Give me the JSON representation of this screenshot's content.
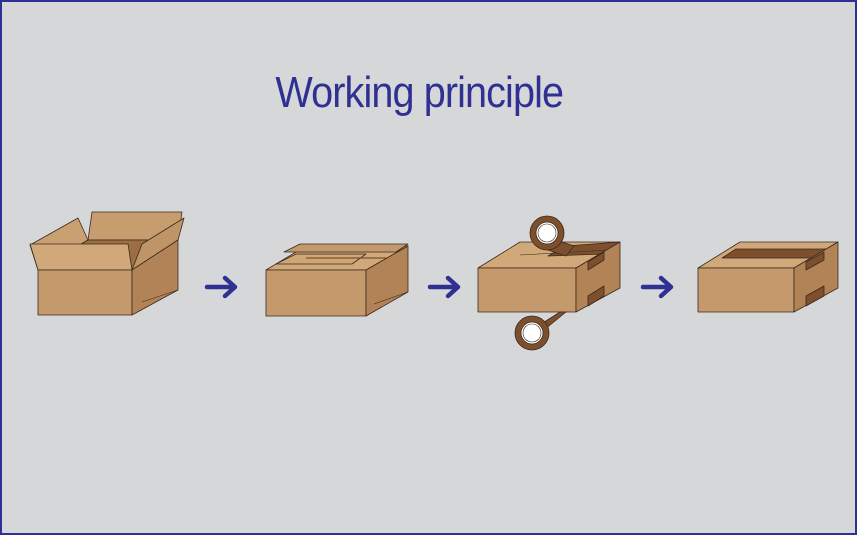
{
  "title": "Working principle",
  "colors": {
    "frame_border": "#2e3192",
    "background": "#d6d7d9",
    "title_text": "#2e3192",
    "arrow": "#2e3192",
    "box_front": "#c49a6c",
    "box_side": "#b28357",
    "box_top": "#d1a879",
    "box_interior": "#9c6e44",
    "tape": "#7d4f2c",
    "outline": "#3a2a1c"
  },
  "steps": [
    {
      "name": "open-box",
      "icon": "open-box-icon"
    },
    {
      "name": "flaps-folded-box",
      "icon": "folded-box-icon"
    },
    {
      "name": "taping-box",
      "icon": "taping-box-icon"
    },
    {
      "name": "sealed-box",
      "icon": "sealed-box-icon"
    }
  ],
  "arrow_icon": "arrow-right-icon"
}
